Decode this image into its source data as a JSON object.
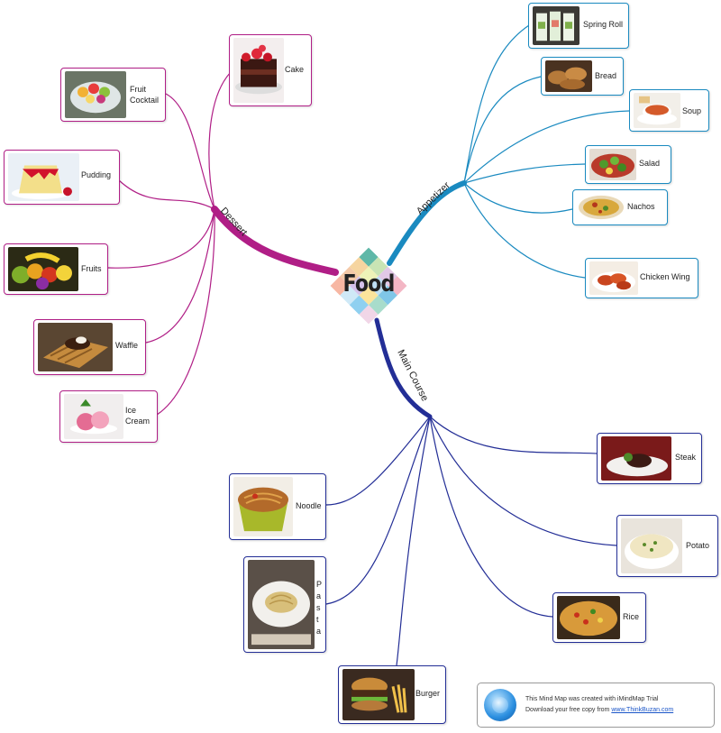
{
  "center": {
    "title": "Food"
  },
  "colors": {
    "dessert": "#b01e86",
    "appetizer": "#1a8ac0",
    "main_course": "#232e96"
  },
  "branches": {
    "dessert": {
      "label": "Dessert",
      "items": [
        {
          "label": "Cake",
          "icon": "cake-photo"
        },
        {
          "label": "Fruit Cocktail",
          "icon": "fruit-cocktail-photo"
        },
        {
          "label": "Pudding",
          "icon": "pudding-photo"
        },
        {
          "label": "Fruits",
          "icon": "fruits-photo"
        },
        {
          "label": "Waffle",
          "icon": "waffle-photo"
        },
        {
          "label": "Ice Cream",
          "icon": "ice-cream-photo"
        }
      ]
    },
    "appetizer": {
      "label": "Appetizer",
      "items": [
        {
          "label": "Spring Roll",
          "icon": "spring-roll-photo"
        },
        {
          "label": "Bread",
          "icon": "bread-photo"
        },
        {
          "label": "Soup",
          "icon": "soup-photo"
        },
        {
          "label": "Salad",
          "icon": "salad-photo"
        },
        {
          "label": "Nachos",
          "icon": "nachos-photo"
        },
        {
          "label": "Chicken Wing",
          "icon": "chicken-wing-photo"
        }
      ]
    },
    "main_course": {
      "label": "Main Course",
      "items": [
        {
          "label": "Steak",
          "icon": "steak-photo"
        },
        {
          "label": "Potato",
          "icon": "potato-photo"
        },
        {
          "label": "Rice",
          "icon": "rice-photo"
        },
        {
          "label": "Burger",
          "icon": "burger-photo"
        },
        {
          "label": "Pasta",
          "icon": "pasta-photo"
        },
        {
          "label": "Noodle",
          "icon": "noodle-photo"
        }
      ]
    }
  },
  "credit": {
    "line1": "This Mind Map was created with iMindMap Trial",
    "line2_prefix": "Download your free copy from ",
    "link_text": "www.ThinkBuzan.com"
  }
}
